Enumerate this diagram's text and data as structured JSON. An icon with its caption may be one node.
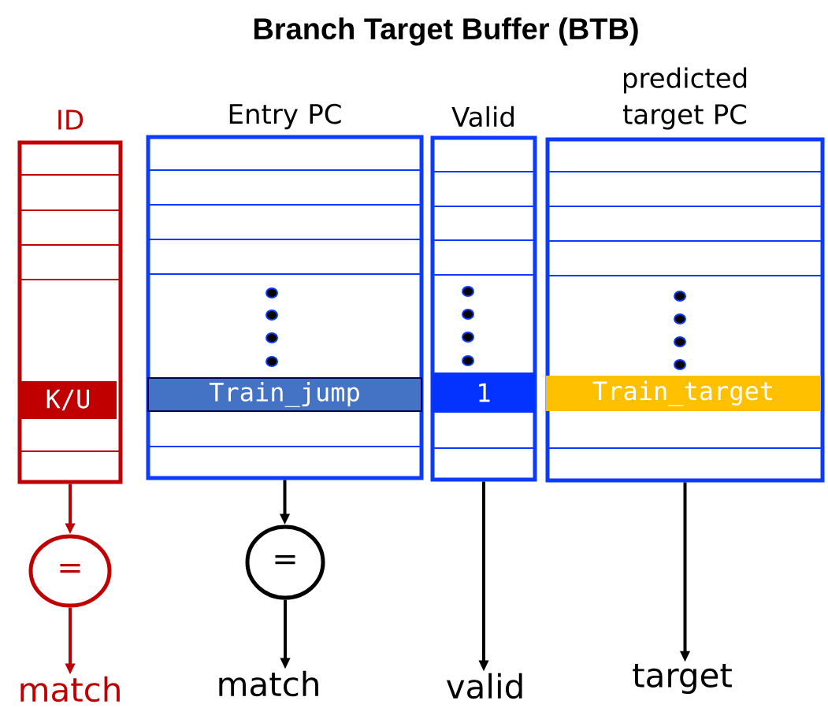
{
  "diagram": {
    "title": "Branch Target Buffer (BTB)",
    "nodes": [
      {
        "text": [
          "ID"
        ]
      },
      {
        "text": [
          "K/U"
        ],
        "in": 0
      },
      {
        "text": [
          "Entry PC"
        ]
      },
      {
        "text": [
          "Train_jump"
        ],
        "in": 2
      },
      {
        "text": [
          "Valid"
        ]
      },
      {
        "text": [
          "1"
        ],
        "in": 4
      },
      {
        "text": [
          "predicted target PC"
        ]
      },
      {
        "text": [
          "Train_target"
        ],
        "in": 6
      },
      {
        "text": [
          "="
        ]
      },
      {
        "text": [
          "="
        ]
      },
      {
        "text": [
          "match"
        ]
      },
      {
        "text": [
          "match"
        ]
      },
      {
        "text": [
          "valid"
        ]
      },
      {
        "text": [
          "target"
        ]
      }
    ],
    "edges": [
      {
        "from": 0,
        "to": 8,
        "arrow": "to",
        "color": "#c00000"
      },
      {
        "from": 8,
        "to": 10,
        "arrow": "to",
        "color": "#c00000"
      },
      {
        "from": 2,
        "to": 9,
        "arrow": "to"
      },
      {
        "from": 9,
        "to": 11,
        "arrow": "to"
      },
      {
        "from": 4,
        "to": 12,
        "arrow": "to"
      },
      {
        "from": 6,
        "to": 13,
        "arrow": "to"
      }
    ]
  }
}
